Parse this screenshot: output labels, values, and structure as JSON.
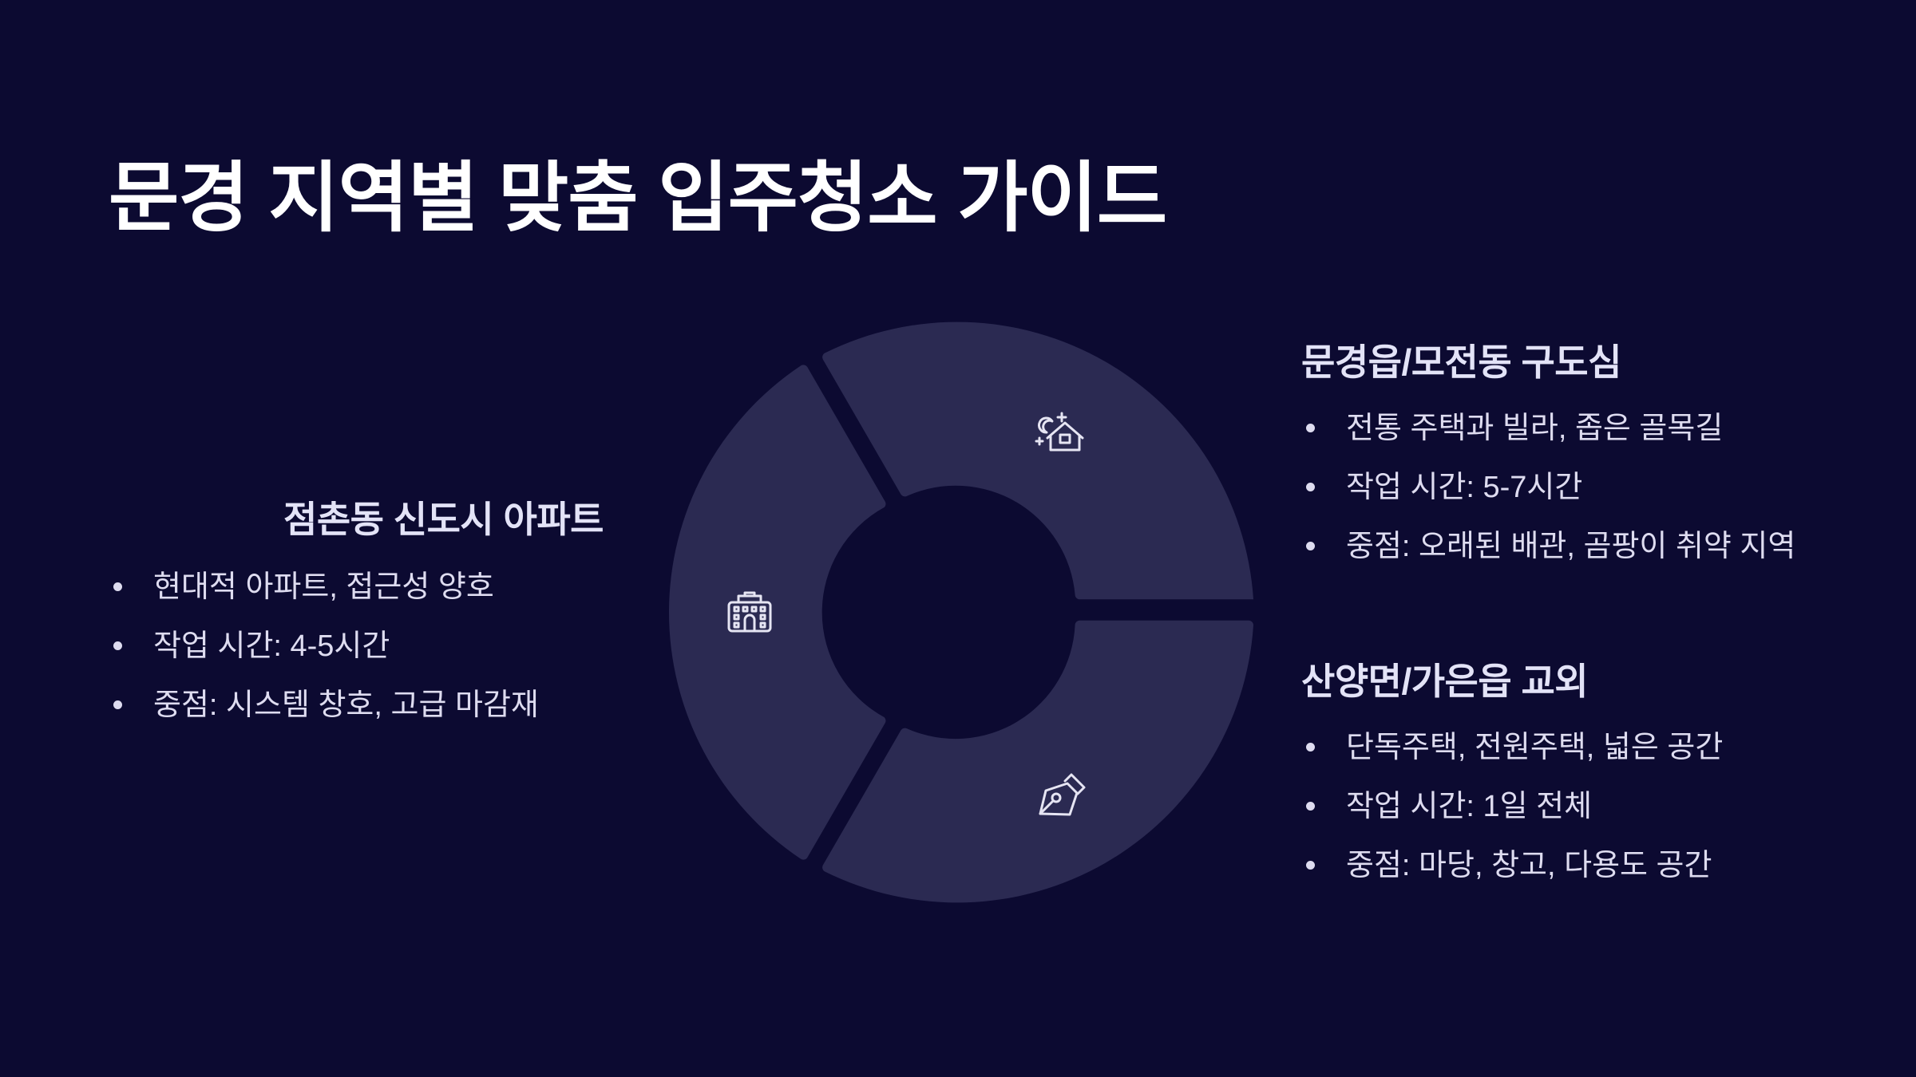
{
  "title": "문경 지역별 맞춤 입주청소 가이드",
  "colors": {
    "background": "#0c0a31",
    "segment": "#2b2a52",
    "icon_stroke": "#e6e5f3"
  },
  "segments": [
    {
      "icon": "moon-stars-house-icon",
      "heading": "문경읍/모전동 구도심",
      "bullets": [
        "전통 주택과 빌라, 좁은 골목길",
        "작업 시간: 5-7시간",
        "중점: 오래된 배관, 곰팡이 취약 지역"
      ]
    },
    {
      "icon": "pen-nib-icon",
      "heading": "산양면/가은읍 교외",
      "bullets": [
        "단독주택, 전원주택, 넓은 공간",
        "작업 시간: 1일 전체",
        "중점: 마당, 창고, 다용도 공간"
      ]
    },
    {
      "icon": "building-icon",
      "heading": "점촌동 신도시 아파트",
      "bullets": [
        "현대적 아파트, 접근성 양호",
        "작업 시간: 4-5시간",
        "중점: 시스템 창호, 고급 마감재"
      ]
    }
  ]
}
